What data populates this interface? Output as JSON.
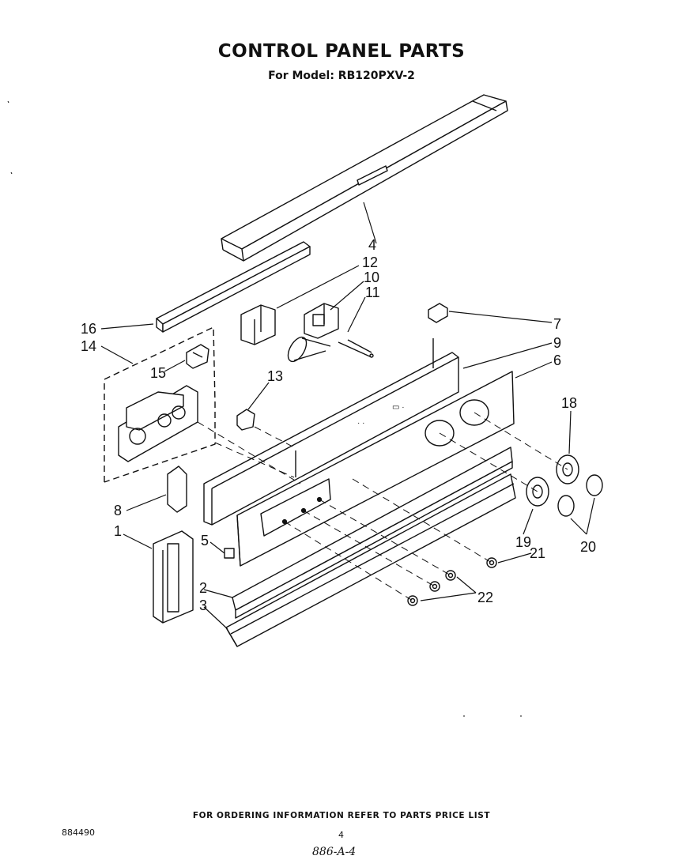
{
  "title": "CONTROL PANEL PARTS",
  "subtitle": "For Model: RB120PXV-2",
  "callouts": {
    "c1": "1",
    "c2": "2",
    "c3": "3",
    "c4": "4",
    "c5": "5",
    "c6": "6",
    "c7": "7",
    "c8": "8",
    "c9": "9",
    "c10": "10",
    "c11": "11",
    "c12": "12",
    "c13": "13",
    "c14": "14",
    "c15": "15",
    "c16": "16",
    "c18": "18",
    "c19": "19",
    "c20": "20",
    "c21": "21",
    "c22": "22"
  },
  "footer": "FOR ORDERING INFORMATION REFER TO PARTS PRICE LIST",
  "doc_code": "884490",
  "page_number": "4",
  "handwritten_note": "886-A-4"
}
